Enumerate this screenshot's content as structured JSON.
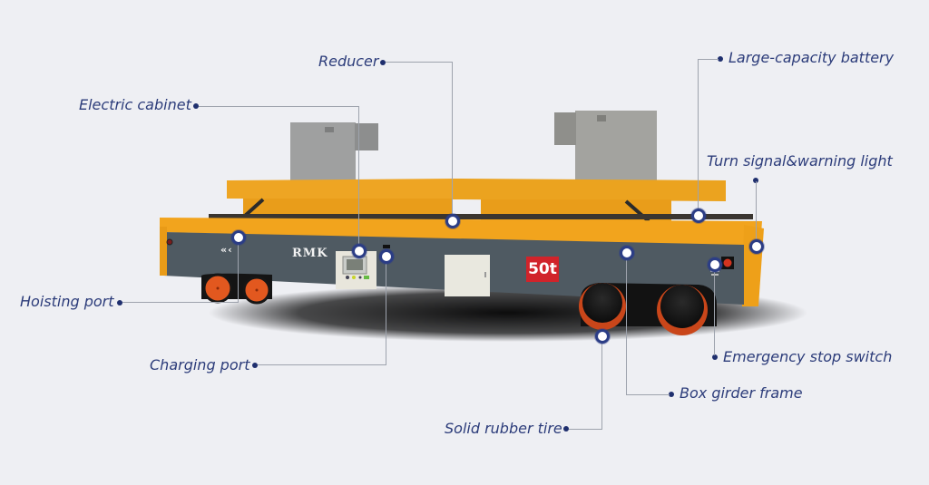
{
  "diagram": {
    "subject": "Battery-powered rail transfer cart",
    "brand_logo": "RMK",
    "capacity_badge": "50t",
    "direction_arrows": "«‹",
    "colors": {
      "background": "#eeeff3",
      "label_text": "#2c3c7a",
      "marker_ring": "#2b3d86",
      "leader_line": "#9ea3ad",
      "body_yellow": "#f0a21c",
      "body_gray": "#4e5961",
      "wheel_orange": "#e2581f",
      "badge_red": "#d1232a"
    },
    "labels": [
      {
        "id": "reducer",
        "text": "Reducer"
      },
      {
        "id": "electric_cabinet",
        "text": "Electric cabinet"
      },
      {
        "id": "battery",
        "text": "Large-capacity battery"
      },
      {
        "id": "turn_signal",
        "text": "Turn signal&warning light"
      },
      {
        "id": "hoisting_port",
        "text": "Hoisting port"
      },
      {
        "id": "charging_port",
        "text": "Charging port"
      },
      {
        "id": "emergency_stop",
        "text": "Emergency stop switch"
      },
      {
        "id": "box_girder",
        "text": "Box girder frame"
      },
      {
        "id": "rubber_tire",
        "text": "Solid rubber tire"
      }
    ]
  }
}
